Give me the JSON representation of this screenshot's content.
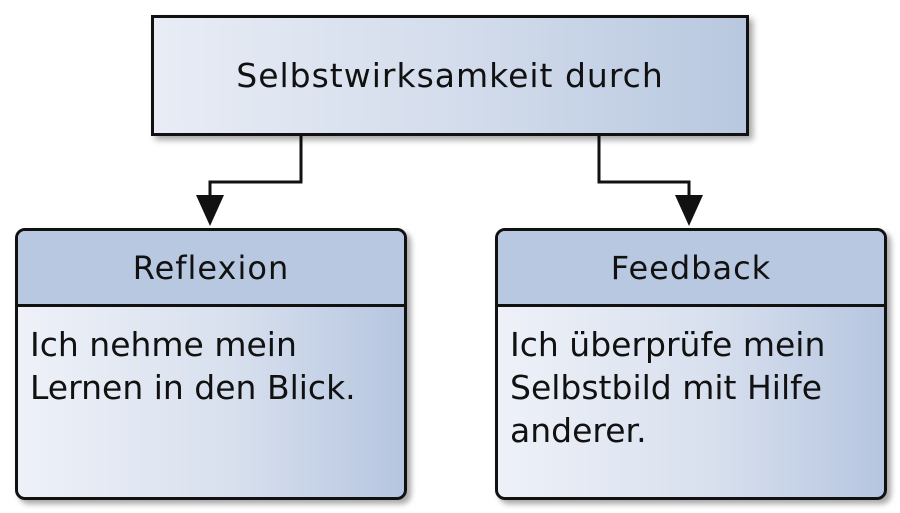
{
  "root": {
    "title": "Selbstwirksamkeit durch"
  },
  "branches": [
    {
      "title": "Reflexion",
      "lines": [
        "Ich nehme mein",
        "Lernen in den Blick."
      ]
    },
    {
      "title": "Feedback",
      "lines": [
        "Ich überprüfe mein",
        "Selbstbild mit Hilfe",
        "anderer."
      ]
    }
  ],
  "colors": {
    "border": "#111111",
    "header_fill": "#b9c8e1",
    "gradient_light": "#eef1f8",
    "gradient_dark": "#b6c6e0"
  }
}
